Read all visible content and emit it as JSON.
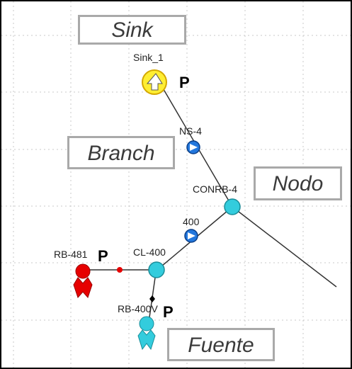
{
  "callouts": {
    "sink": "Sink",
    "branch": "Branch",
    "nodo": "Nodo",
    "fuente": "Fuente"
  },
  "nodes": {
    "sink_1": "Sink_1",
    "ns_4": "NS-4",
    "conrb": "CONRB-4",
    "n400": "400",
    "cl_400": "CL-400",
    "rb_481": "RB-481",
    "rb_400": "RB-400V"
  },
  "flags": {
    "sink_p": "P",
    "rb_481_p": "P",
    "rb_400_p": "P"
  },
  "colors": {
    "frame": "#000000",
    "grid": "#c8c8c8",
    "pipe": "#333333",
    "sink_fill": "#ffee33",
    "sink_stroke": "#d4a800",
    "junction_fill": "#33ccdd",
    "choke_fill": "#2277dd",
    "source_red": "#e60000",
    "source_cyan": "#33ccdd",
    "callout_border": "#a9a9a9"
  }
}
